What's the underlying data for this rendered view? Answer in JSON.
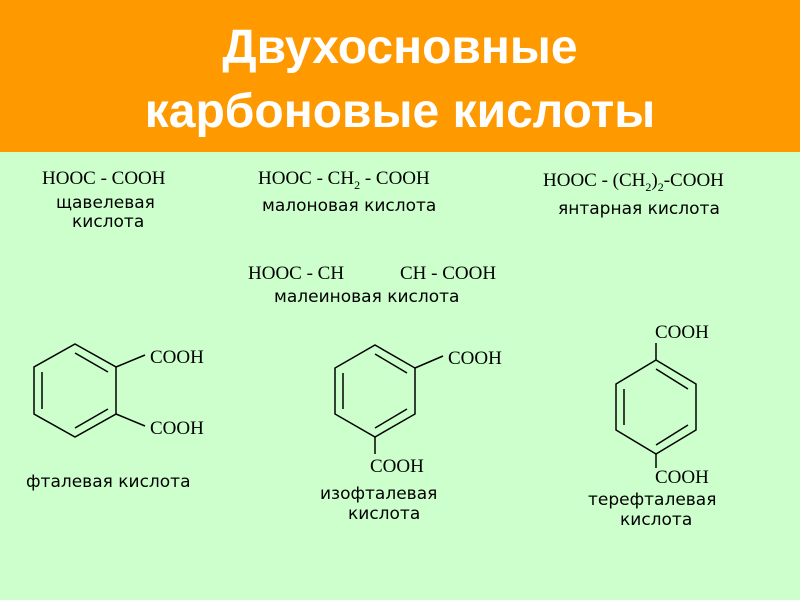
{
  "title": {
    "line1": "Двухосновные",
    "line2": "карбоновые кислоты"
  },
  "compounds": {
    "oxalic": {
      "formula": "HOOC - COOH",
      "name_line1": "щавелевая",
      "name_line2": "кислота"
    },
    "malonic": {
      "formula_pre": "HOOC - CH",
      "formula_sub": "2",
      "formula_post": " - COOH",
      "name": "малоновая кислота"
    },
    "succinic": {
      "formula_pre": "HOOC - (CH",
      "formula_sub1": "2",
      "formula_mid": ")",
      "formula_sub2": "2",
      "formula_post": "-COOH",
      "name": "янтарная кислота"
    },
    "maleic": {
      "formula_left": "HOOC - CH",
      "formula_right": "CH - COOH",
      "name": "малеиновая кислота"
    },
    "phthalic": {
      "group1": "COOH",
      "group2": "COOH",
      "name": "фталевая кислота"
    },
    "isophthalic": {
      "group1": "COOH",
      "group2": "COOH",
      "name_line1": "изофталевая",
      "name_line2": "кислота"
    },
    "terephthalic": {
      "group1": "COOH",
      "group2": "COOH",
      "name_line1": "терефталевая",
      "name_line2": "кислота"
    }
  },
  "colors": {
    "header_bg": "#ff9900",
    "body_bg": "#ccffcc",
    "title_text": "#ffffff"
  }
}
